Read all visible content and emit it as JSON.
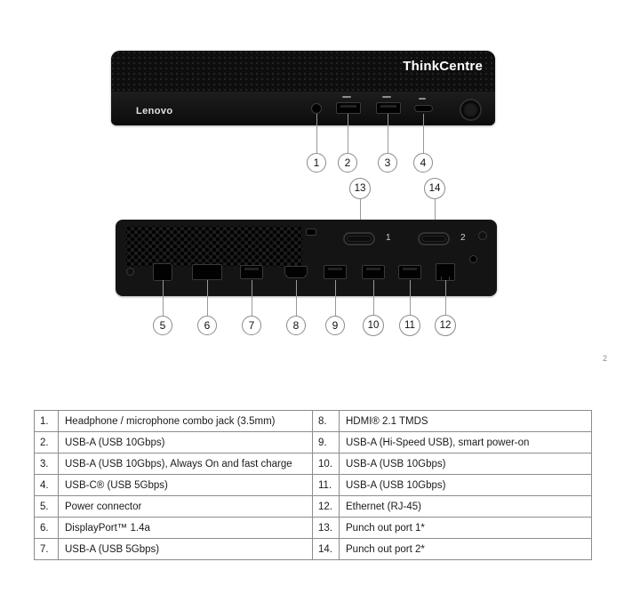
{
  "brand": {
    "thinkcentre": "ThinkCentre",
    "lenovo": "Lenovo"
  },
  "callouts": {
    "front": [
      "1",
      "2",
      "3",
      "4"
    ],
    "punch": [
      "13",
      "14"
    ],
    "rear": [
      "5",
      "6",
      "7",
      "8",
      "9",
      "10",
      "11",
      "12"
    ]
  },
  "device_labels": {
    "punch_port_1": "1",
    "punch_port_2": "2"
  },
  "page_number": "2",
  "legend": {
    "rows": [
      {
        "ln": "1.",
        "ld": "Headphone / microphone combo jack (3.5mm)",
        "rn": "8.",
        "rd": "HDMI® 2.1 TMDS"
      },
      {
        "ln": "2.",
        "ld": "USB-A (USB 10Gbps)",
        "rn": "9.",
        "rd": "USB-A (Hi-Speed USB), smart power-on"
      },
      {
        "ln": "3.",
        "ld": "USB-A (USB 10Gbps), Always On and fast charge",
        "rn": "10.",
        "rd": "USB-A (USB 10Gbps)"
      },
      {
        "ln": "4.",
        "ld": "USB-C® (USB 5Gbps)",
        "rn": "11.",
        "rd": "USB-A (USB 10Gbps)"
      },
      {
        "ln": "5.",
        "ld": "Power connector",
        "rn": "12.",
        "rd": "Ethernet (RJ-45)"
      },
      {
        "ln": "6.",
        "ld": "DisplayPort™ 1.4a",
        "rn": "13.",
        "rd": "Punch out port 1*"
      },
      {
        "ln": "7.",
        "ld": "USB-A (USB 5Gbps)",
        "rn": "14.",
        "rd": "Punch out port 2*"
      }
    ]
  }
}
